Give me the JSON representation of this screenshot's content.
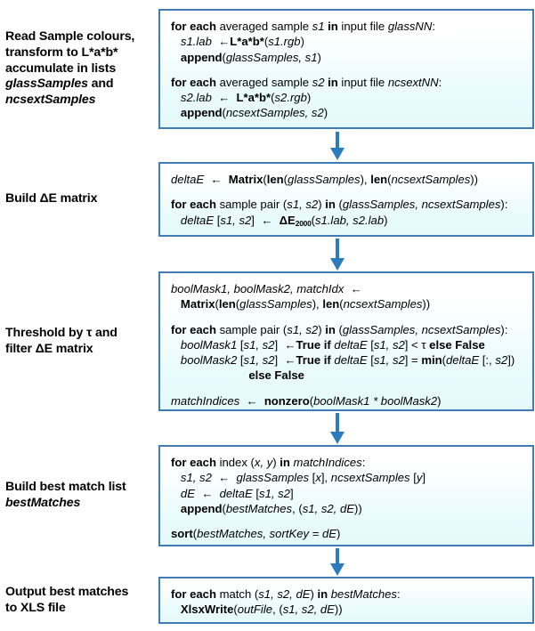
{
  "diagram": {
    "title": "Colour matching pseudocode flowchart",
    "accent_color": "#2b7bbd",
    "box_border_color": "#3f7cb6",
    "box_fill_top": "#ffffff",
    "box_fill_bottom": "#e5f9fc",
    "arrow_icon": "down-arrow-icon"
  },
  "stages": [
    {
      "id": "read-samples",
      "label_html": "Read Sample colours,<br>transform to L*a*b*<br>accumulate in lists<br><em>glassSamples</em> and<br><em>ncsextSamples</em>",
      "label_text": "Read Sample colours, transform to L*a*b* accumulate in lists glassSamples and ncsextSamples",
      "code_html": "<div class=\"code-line\"><b>for each</b> averaged sample <i>s1</i> <b>in</b> input file <i>glassNN</i>:</div><div class=\"code-line\">   <i>s1.lab</i>  ←<b>L*a*b*</b>(<i>s1.rgb</i>)</div><div class=\"code-line\">   <b>append</b>(<i>glassSamples, s1</i>)</div><div class=\"blank-line\"></div><div class=\"code-line\"><b>for each</b> averaged sample <i>s2</i> <b>in</b> input file <i>ncsextNN</i>:</div><div class=\"code-line\">   <i>s2.lab</i>  ←  <b>L*a*b*</b>(<i>s2.rgb</i>)</div><div class=\"code-line\">   <b>append</b>(<i>ncsextSamples, s2</i>)</div>",
      "code_text": "for each averaged sample s1 in input file glassNN: s1.lab ← L*a*b*(s1.rgb) append(glassSamples, s1)  for each averaged sample s2 in input file ncsextNN: s2.lab ← L*a*b*(s2.rgb) append(ncsextSamples, s2)"
    },
    {
      "id": "build-delta-e-matrix",
      "label_html": "Build ΔE matrix",
      "label_text": "Build ΔE matrix",
      "code_html": "<div class=\"code-line\"><i>deltaE</i>  ←  <b>Matrix</b>(<b>len</b>(<i>glassSamples</i>), <b>len</b>(<i>ncsextSamples</i>))</div><div class=\"blank-line\"></div><div class=\"code-line\"><b>for each</b> sample pair (<i>s1, s2</i>) <b>in</b> (<i>glassSamples, ncsextSamples</i>):</div><div class=\"code-line\">   <i>deltaE</i> [<i>s1, s2</i>]  ←  <b>ΔE<span class=\"sub\">2000</span></b>(<i>s1.lab, s2.lab</i>)</div>",
      "code_text": "deltaE ← Matrix(len(glassSamples), len(ncsextSamples))  for each sample pair (s1, s2) in (glassSamples, ncsextSamples): deltaE [s1, s2] ← ΔE2000(s1.lab, s2.lab)"
    },
    {
      "id": "threshold-filter",
      "label_html": "Threshold by τ and<br>filter ΔE matrix",
      "label_text": "Threshold by τ and filter ΔE matrix",
      "code_html": "<div class=\"code-line\"><i>boolMask1, boolMask2, matchIdx</i>  ←</div><div class=\"code-line\">   <b>Matrix</b>(<b>len</b>(<i>glassSamples</i>), <b>len</b>(<i>ncsextSamples</i>))</div><div class=\"blank-line\"></div><div class=\"code-line\"><b>for each</b> sample pair (<i>s1, s2</i>) <b>in</b> (<i>glassSamples, ncsextSamples</i>):</div><div class=\"code-line\">   <i>boolMask1</i> [<i>s1, s2</i>]  ←<b>True if</b> <i>deltaE</i> [<i>s1, s2</i>] &lt; τ <b>else False</b></div><div class=\"code-line\">   <i>boolMask2</i> [<i>s1, s2</i>]  ←<b>True if</b> <i>deltaE</i> [<i>s1, s2</i>] = <b>min</b>(<i>deltaE</i> [:, <i>s2</i>])</div><div class=\"code-line\">                        <b>else False</b></div><div class=\"blank-line\"></div><div class=\"code-line\"><i>matchIndices</i>  ←  <b>nonzero</b>(<i>boolMask1 * boolMask2</i>)</div>",
      "code_text": "boolMask1, boolMask2, matchIdx ← Matrix(len(glassSamples), len(ncsextSamples))  for each sample pair (s1, s2) in (glassSamples, ncsextSamples): boolMask1 [s1, s2] ← True if deltaE [s1, s2] < τ else False boolMask2 [s1, s2] ← True if deltaE [s1, s2] = min(deltaE [:, s2]) else False  matchIndices ← nonzero(boolMask1 * boolMask2)"
    },
    {
      "id": "build-best-match-list",
      "label_html": "Build best match list<br><em>bestMatches</em>",
      "label_text": "Build best match list bestMatches",
      "code_html": "<div class=\"code-line\"><b>for each</b> index (<i>x, y</i>) <b>in</b> <i>matchIndices</i>:</div><div class=\"code-line\">   <i>s1, s2</i>  ←  <i>glassSamples</i> [<i>x</i>], <i>ncsextSamples</i> [<i>y</i>]</div><div class=\"code-line\">   <i>dE</i>  ←  <i>deltaE</i> [<i>s1, s2</i>]</div><div class=\"code-line\">   <b>append</b>(<i>bestMatches</i>, (<i>s1, s2, dE</i>))</div><div class=\"blank-line\"></div><div class=\"code-line\"><b>sort</b>(<i>bestMatches, sortKey = dE</i>)</div>",
      "code_text": "for each index (x, y) in matchIndices: s1, s2 ← glassSamples [x], ncsextSamples [y] dE ← deltaE [s1, s2] append(bestMatches, (s1, s2, dE))  sort(bestMatches, sortKey = dE)"
    },
    {
      "id": "output-xls",
      "label_html": "Output best matches<br>to XLS file",
      "label_text": "Output best matches to XLS file",
      "code_html": "<div class=\"code-line\"><b>for each</b> match (<i>s1, s2, dE</i>) <b>in</b> <i>bestMatches</i>:</div><div class=\"code-line\">   <b>XlsxWrite</b>(<i>outFile</i>, (<i>s1, s2, dE</i>))</div>",
      "code_text": "for each match (s1, s2, dE) in bestMatches: XlsxWrite(outFile, (s1, s2, dE))"
    }
  ],
  "geometry": {
    "stage_tops": [
      10,
      182,
      305,
      500,
      648
    ],
    "stage_heights": [
      135,
      84,
      157,
      114,
      53
    ],
    "arrow_tops": [
      148,
      268,
      464,
      616
    ],
    "arrow_heights": [
      32,
      36,
      35,
      31
    ]
  }
}
